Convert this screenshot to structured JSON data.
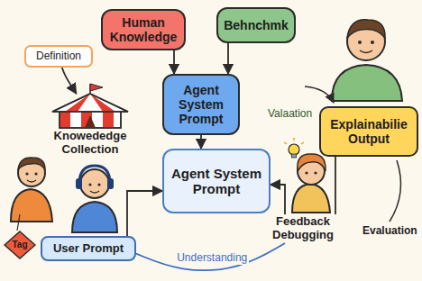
{
  "diagram": {
    "nodes": [
      {
        "text": [
          "Human Knowledge"
        ]
      },
      {
        "text": [
          "Behnchmk"
        ]
      },
      {
        "text": [
          "Definition"
        ]
      },
      {
        "text": [
          "Agent System Prompt"
        ]
      },
      {
        "text": [
          "Knowededge Collection"
        ]
      },
      {
        "text": [
          "Explainabilie Output"
        ]
      },
      {
        "text": [
          "Agent System Prompt"
        ]
      },
      {
        "text": [
          "Tag"
        ]
      },
      {
        "text": [
          "User Prompt"
        ]
      },
      {
        "text": [
          "Feedback Debugging"
        ]
      }
    ],
    "edges": [
      {
        "from": 0,
        "to": 3,
        "arrow": "to"
      },
      {
        "from": 1,
        "to": 3,
        "arrow": "to"
      },
      {
        "from": 2,
        "to": 4,
        "arrow": "to"
      },
      {
        "from": 3,
        "to": 6,
        "arrow": "to"
      },
      {
        "from": 5,
        "to": 9,
        "arrow": "none"
      },
      {
        "from": 9,
        "to": 6,
        "arrow": "to"
      },
      {
        "from": 8,
        "to": 6,
        "arrow": "to"
      },
      {
        "from": 8,
        "to": 9,
        "arrow": "none",
        "label": "Understanding"
      }
    ],
    "labels": [
      "Valaation",
      "Evaluation"
    ]
  }
}
